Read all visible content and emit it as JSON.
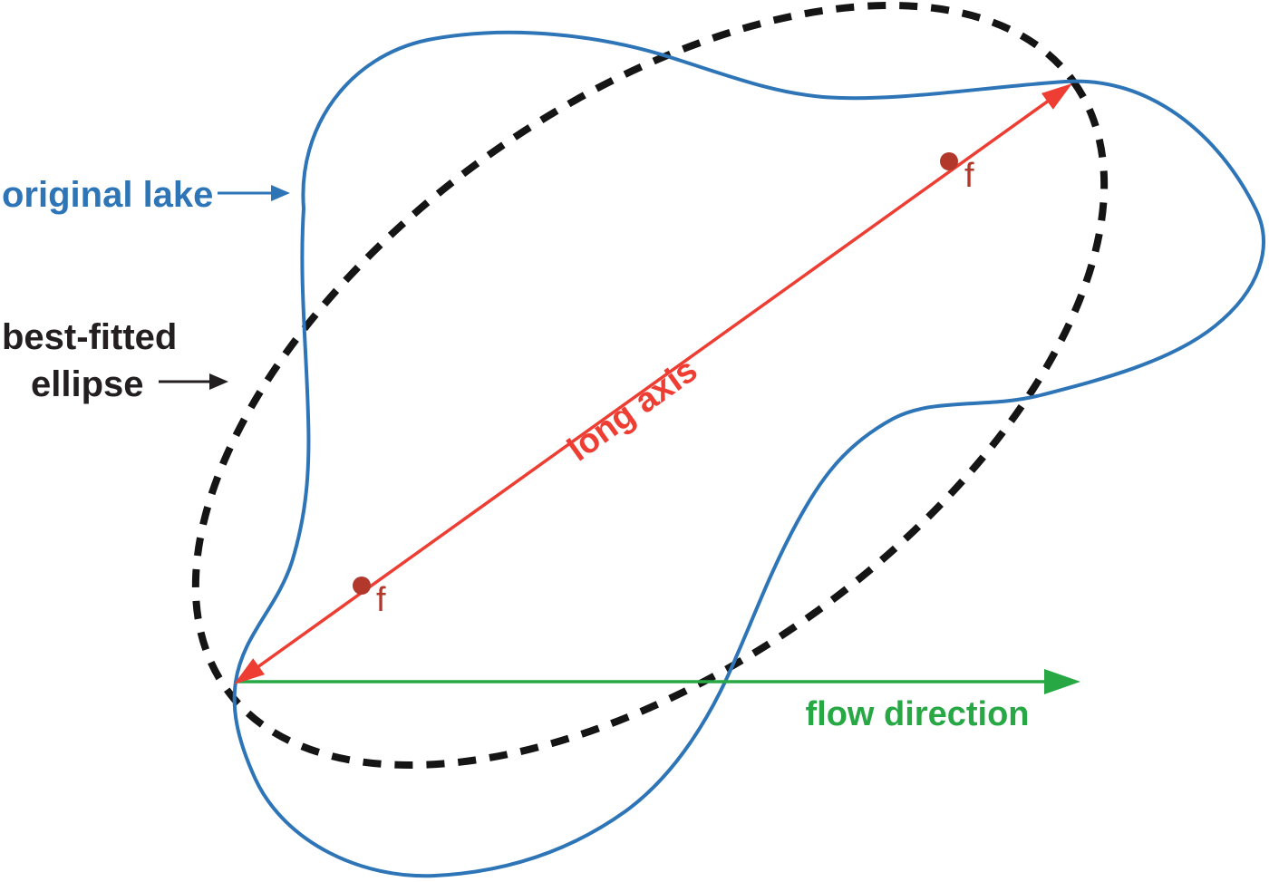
{
  "figure": {
    "labels": {
      "original_lake": "original lake",
      "best_fitted_line1": "best-fitted",
      "best_fitted_line2": "ellipse",
      "long_axis": "long axis",
      "flow_direction": "flow direction",
      "focus_lower": "f",
      "focus_upper": "f"
    },
    "colors": {
      "lake_outline": "#2e75b8",
      "ellipse": "#151515",
      "long_axis": "#ee3d33",
      "focus": "#b2382c",
      "flow": "#27a844",
      "label_text": "#231f20"
    }
  }
}
